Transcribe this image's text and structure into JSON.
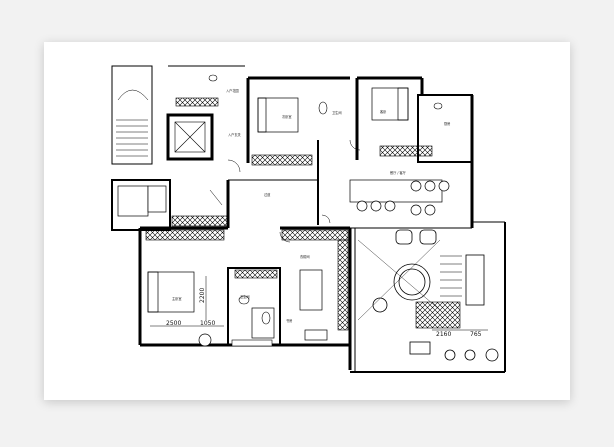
{
  "plan": {
    "room_labels": [
      "入户花园",
      "入户玄关",
      "次卧室",
      "卫生间",
      "客卧",
      "厨房",
      "过道",
      "餐厅 / 客厅",
      "主卧室",
      "卫生间",
      "衣帽间",
      "书房"
    ],
    "dimensions": [
      "2500",
      "1050",
      "2200",
      "2160",
      "765"
    ]
  }
}
